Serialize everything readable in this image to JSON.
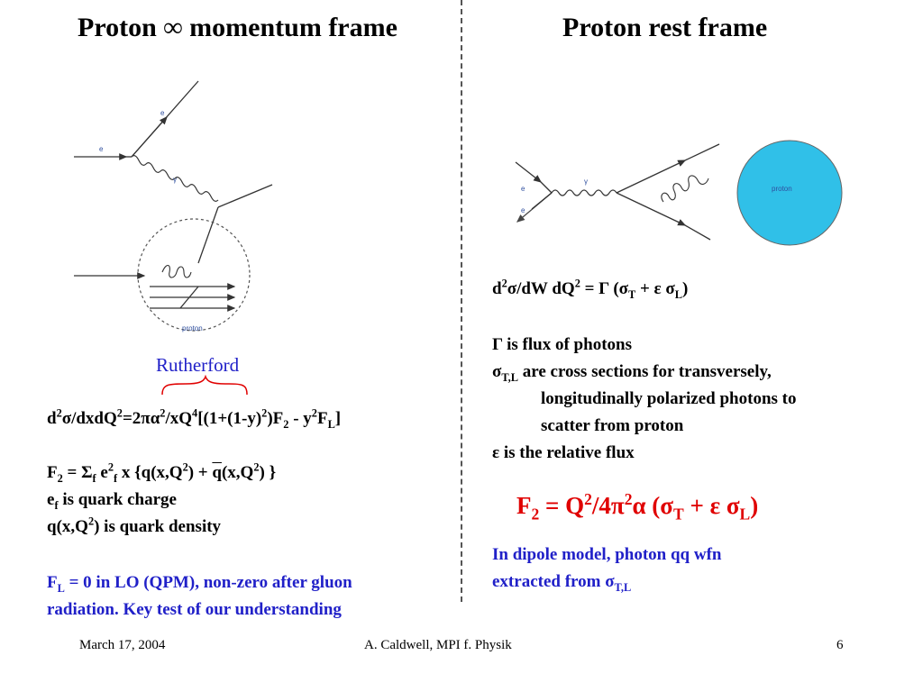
{
  "left": {
    "title_pre": "Proton ",
    "title_symbol": "∞",
    "title_post": " momentum frame",
    "diagram": {
      "label_e_in": "e",
      "label_e_out": "e",
      "label_gamma": "γ",
      "label_proton": "proton"
    },
    "rutherford": "Rutherford",
    "xsec_a": "d",
    "xsec_b": "2",
    "xsec_c": "σ/dxdQ",
    "xsec_d": "2",
    "xsec_e": "=2πα",
    "xsec_f": "2",
    "xsec_g": "/xQ",
    "xsec_h": "4",
    "xsec_i": "[(1+(1-y)",
    "xsec_j": "2",
    "xsec_k": ")F",
    "xsec_l": "2",
    "xsec_m": " - y",
    "xsec_n": "2",
    "xsec_o": "F",
    "xsec_p": "L",
    "xsec_q": "]",
    "f2_a": "F",
    "f2_b": "2",
    "f2_c": " = Σ",
    "f2_d": "f",
    "f2_e": " e",
    "f2_f": "2",
    "f2_g": "f",
    "f2_h": " x {q(x,Q",
    "f2_i": "2",
    "f2_j": ") + ",
    "f2_k": "q",
    "f2_l": "(x,Q",
    "f2_m": "2",
    "f2_n": ") }",
    "ef_a": "e",
    "ef_b": "f",
    "ef_c": " is quark charge",
    "q_a": "q(x,Q",
    "q_b": "2",
    "q_c": ") is quark density",
    "fl_a": "F",
    "fl_b": "L",
    "fl_c": " = 0 in LO (QPM), non-zero after gluon",
    "fl_line2": "radiation. Key test of our understanding"
  },
  "right": {
    "title": "Proton rest frame",
    "diagram": {
      "label_e1": "e",
      "label_e2": "e",
      "label_gamma": "γ",
      "label_proton": "proton"
    },
    "eq_a": "d",
    "eq_b": "2",
    "eq_c": "σ/dW dQ",
    "eq_d": "2",
    "eq_e": " = Γ  (σ",
    "eq_f": "T",
    "eq_g": " + ε σ",
    "eq_h": "L",
    "eq_i": ")",
    "gamma_line": "Γ is flux of photons",
    "sig_a": "σ",
    "sig_b": "T,L",
    "sig_c": " are cross sections for transversely,",
    "sig_line2": "longitudinally polarized photons to",
    "sig_line3": "scatter from proton",
    "eps_line": "ε  is the relative flux",
    "red_a": "F",
    "red_b": "2",
    "red_c": " = Q",
    "red_d": "2",
    "red_e": "/4π",
    "red_f": "2",
    "red_g": "α  (σ",
    "red_h": "T",
    "red_i": " + ε σ",
    "red_j": "L",
    "red_k": ")",
    "dip_line1": "In dipole model, photon qq wfn",
    "dip_a": "extracted from σ",
    "dip_b": "T,L"
  },
  "footer": {
    "date": "March 17, 2004",
    "author": "A. Caldwell, MPI f. Physik",
    "page": "6"
  },
  "colors": {
    "blue_text": "#2020c8",
    "red_text": "#e00000",
    "proton_fill": "#30c0e8"
  }
}
